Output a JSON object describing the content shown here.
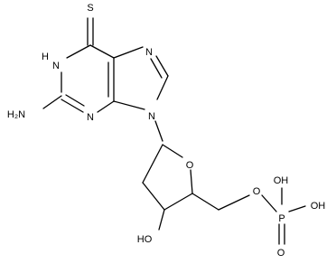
{
  "molecule": {
    "atoms": {
      "S": "S",
      "HN": "H",
      "N1": "N",
      "N7": "N",
      "N3": "N",
      "N9": "N",
      "H2N": "H₂N",
      "O_ring": "O",
      "O_5": "O",
      "P": "P",
      "OH_a": "OH",
      "OH_b": "OH",
      "O_dbl": "O",
      "HO": "HO"
    }
  }
}
